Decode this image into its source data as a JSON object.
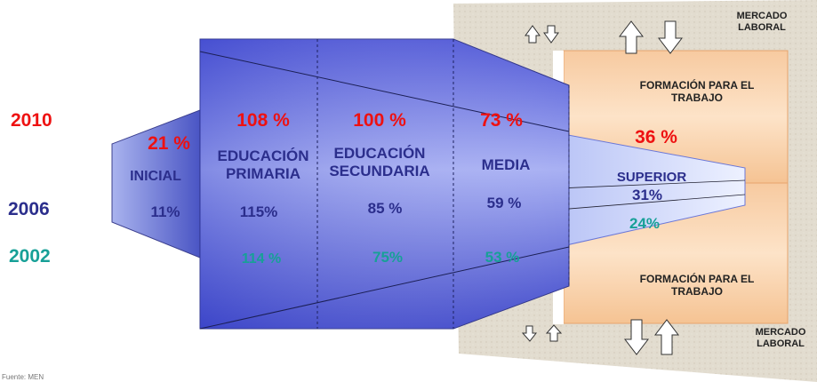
{
  "years": {
    "y2010": "2010",
    "y2006": "2006",
    "y2002": "2002"
  },
  "colors": {
    "y2010": "#ee1111",
    "y2006": "#2b2e8c",
    "y2002": "#17a097"
  },
  "stages": {
    "inicial": {
      "label": "INICIAL",
      "v2010": "21 %",
      "v2006": "11%"
    },
    "primaria": {
      "label": "EDUCACIÓN\nPRIMARIA",
      "v2010": "108 %",
      "v2006": "115%",
      "v2002": "114 %"
    },
    "secundaria": {
      "label": "EDUCACIÓN\nSECUNDARIA",
      "v2010": "100 %",
      "v2006": "85 %",
      "v2002": "75%"
    },
    "media": {
      "label": "MEDIA",
      "v2010": "73 %",
      "v2006": "59 %",
      "v2002": "53 %"
    },
    "superior": {
      "label": "SUPERIOR",
      "v2010": "36 %",
      "v2006": "31%",
      "v2002": "24%"
    }
  },
  "formacion": {
    "top": "FORMACIÓN PARA EL\nTRABAJO",
    "bottom": "FORMACIÓN PARA EL\nTRABAJO"
  },
  "mercado": {
    "top": "MERCADO\nLABORAL",
    "bottom": "MERCADO\nLABORAL"
  },
  "source": "Fuente: MEN"
}
